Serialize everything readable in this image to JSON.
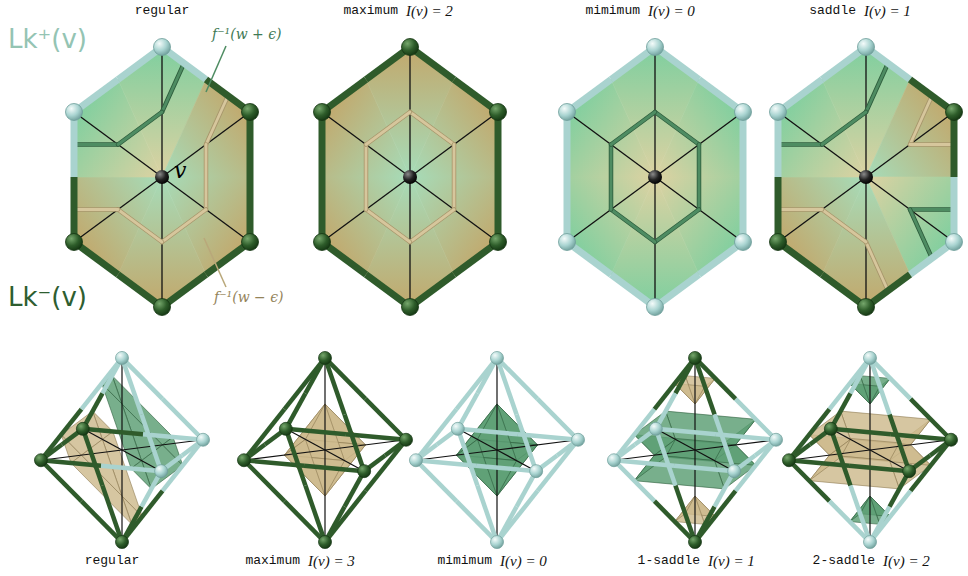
{
  "diagram": {
    "labels": [
      "regular",
      "maximum",
      "I(v) = 2",
      "mimimum",
      "I(v) = 0",
      "saddle",
      "I(v) = 1",
      "Lk⁺(v)",
      "f⁻¹(w + ϵ)",
      "v",
      "Lk⁻(v)",
      "f⁻¹(w − ϵ)",
      "regular",
      "maximum",
      "I(v) = 3",
      "mimimum",
      "I(v) = 0",
      "1-saddle",
      "I(v) = 1",
      "2-saddle",
      "I(v) = 2"
    ]
  }
}
